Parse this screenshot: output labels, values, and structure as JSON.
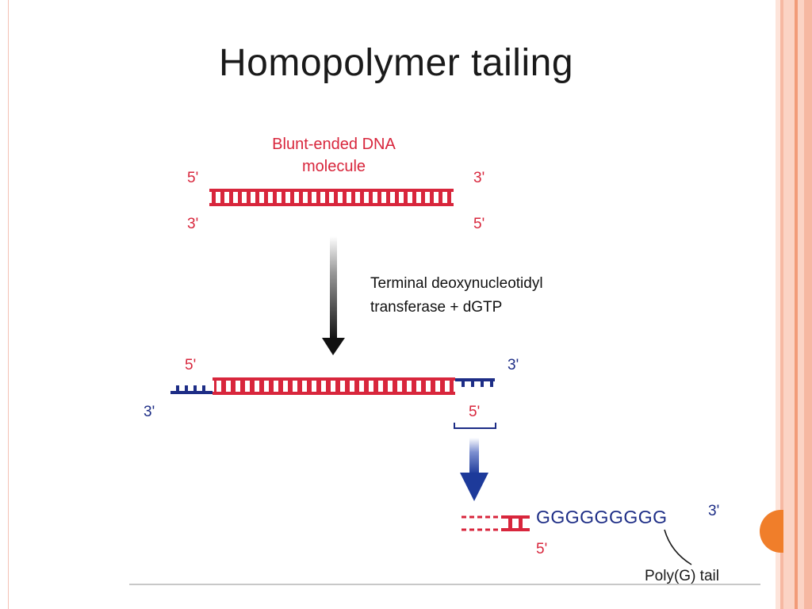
{
  "slide": {
    "title": "Homopolymer tailing",
    "colors": {
      "dna": "#d8263c",
      "tail": "#1d2d86",
      "arrow_black": "#111111",
      "arrow_blue": "#1d3a9a",
      "frame_orange": "#f07e2a",
      "frame_peach": "#f6b8a2"
    }
  },
  "diagram": {
    "blunt_label_line1": "Blunt-ended DNA",
    "blunt_label_line2": "molecule",
    "top_left_5": "5'",
    "top_left_3": "3'",
    "top_right_3": "3'",
    "top_right_5": "5'",
    "enzyme_line1": "Terminal deoxynucleotidyl",
    "enzyme_line2": "transferase + dGTP",
    "mid_left_5": "5'",
    "mid_left_3": "3'",
    "mid_right_3": "3'",
    "mid_right_5": "5'",
    "g_tail": "GGGGGGGGG",
    "bottom_3": "3'",
    "bottom_5": "5'",
    "poly_label": "Poly(G) tail"
  }
}
